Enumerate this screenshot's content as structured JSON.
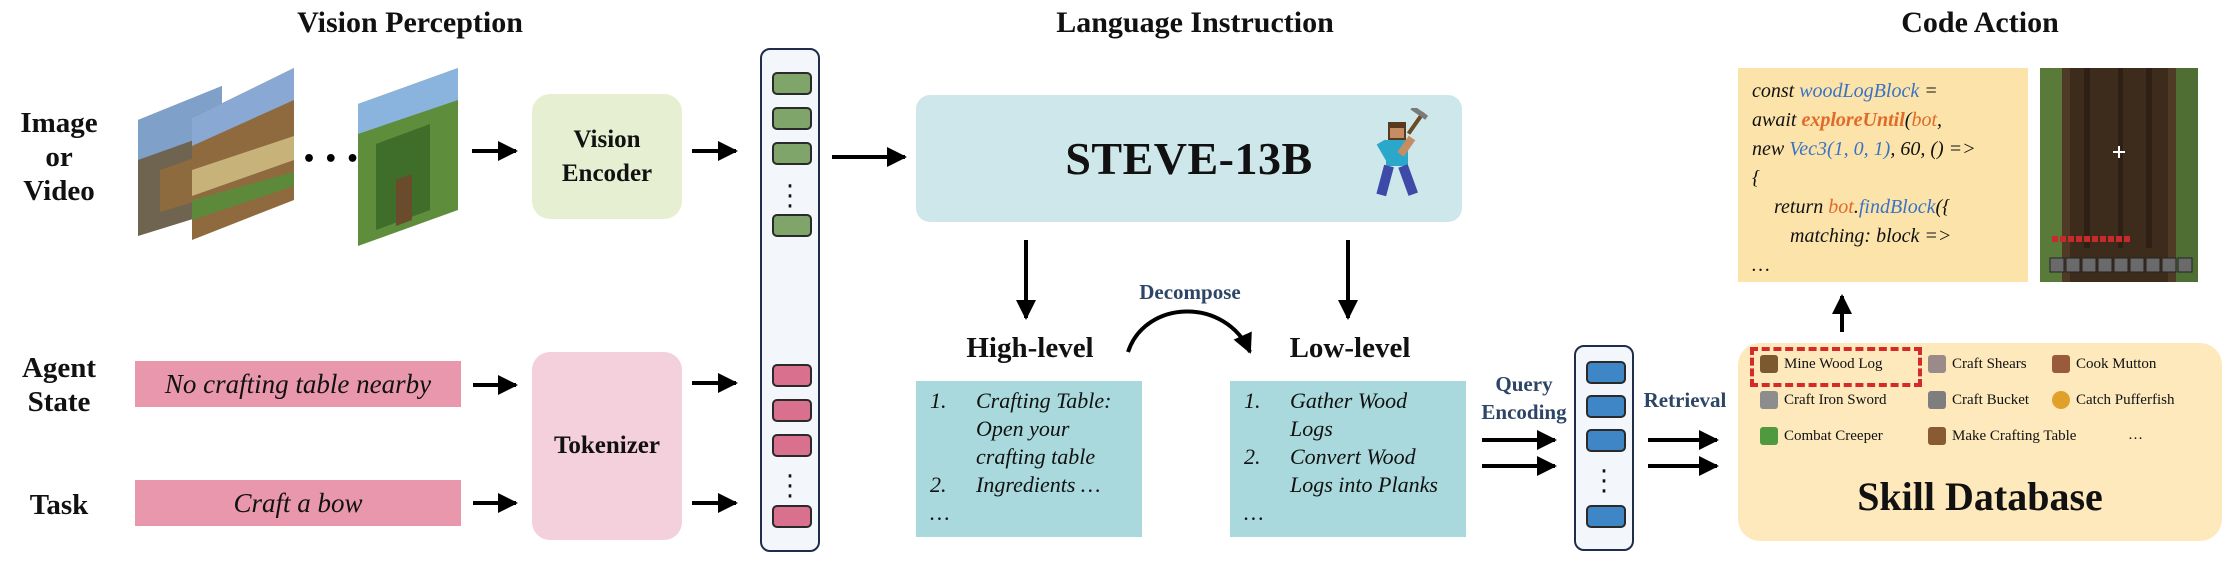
{
  "titles": {
    "vision": "Vision Perception",
    "language": "Language Instruction",
    "code": "Code Action"
  },
  "labels": {
    "image_video": [
      "Image",
      "or",
      "Video"
    ],
    "agent_state": [
      "Agent",
      "State"
    ],
    "task": "Task"
  },
  "inputs": {
    "agent_state_text": "No crafting table nearby",
    "task_text": "Craft a bow"
  },
  "modules": {
    "vision_encoder": [
      "Vision",
      "Encoder"
    ],
    "tokenizer": "Tokenizer",
    "model": "STEVE-13B"
  },
  "ellipsis": "• • •",
  "planning": {
    "decompose": "Decompose",
    "high_level_title": "High-level",
    "low_level_title": "Low-level",
    "high_level_items": [
      {
        "num": "1.",
        "text": "Crafting Table:"
      },
      {
        "num": "",
        "text": "Open your"
      },
      {
        "num": "",
        "text": "crafting table"
      },
      {
        "num": "2.",
        "text": "Ingredients …"
      },
      {
        "num": "…",
        "text": ""
      }
    ],
    "low_level_items": [
      {
        "num": "1.",
        "text": "Gather Wood"
      },
      {
        "num": "",
        "text": "Logs"
      },
      {
        "num": "2.",
        "text": "Convert Wood"
      },
      {
        "num": "",
        "text": "Logs into Planks"
      },
      {
        "num": "…",
        "text": ""
      }
    ]
  },
  "retrieval": {
    "query_encoding": [
      "Query",
      "Encoding"
    ],
    "retrieval": "Retrieval"
  },
  "code": {
    "l1a": "const ",
    "l1b": "woodLogBlock",
    "l1c": " =",
    "l2a": "await ",
    "l2b": "exploreUntil",
    "l2c": "(",
    "l2d": "bot",
    "l2e": ",",
    "l3a": "new ",
    "l3b": "Vec3",
    "l3c": "(1, 0, 1)",
    "l3d": ", 60, () =>",
    "l4": "{",
    "l5a": "return ",
    "l5b": "bot",
    "l5c": ".",
    "l5d": "findBlock",
    "l5e": "({",
    "l6": "matching: block =>",
    "l7": "…"
  },
  "skills": {
    "items": [
      "Mine Wood Log",
      "Craft Shears",
      "Cook Mutton",
      "Craft Iron Sword",
      "Craft Bucket",
      "Catch Pufferfish",
      "Combat Creeper",
      "Make Crafting Table",
      "…"
    ],
    "icon_colors": [
      "#7a5a2e",
      "#9a8a8a",
      "#9a5b3a",
      "#8d8d8d",
      "#7e7e7e",
      "#e0a12a",
      "#4f9a3e",
      "#8a5a32"
    ],
    "title": "Skill Database",
    "highlight_color": "#d42a2a"
  },
  "colors": {
    "pink_input": "#e997ad",
    "vision_encoder": "#e6efd2",
    "tokenizer": "#f4cfdc",
    "model_box": "#cde7ea",
    "plan_box": "#a9d9dc",
    "code_box": "#fce3a9",
    "skill_db": "#fde9bc",
    "token_green": "#7fa56a",
    "token_pink": "#d9708d",
    "token_blue": "#3f86c6"
  }
}
